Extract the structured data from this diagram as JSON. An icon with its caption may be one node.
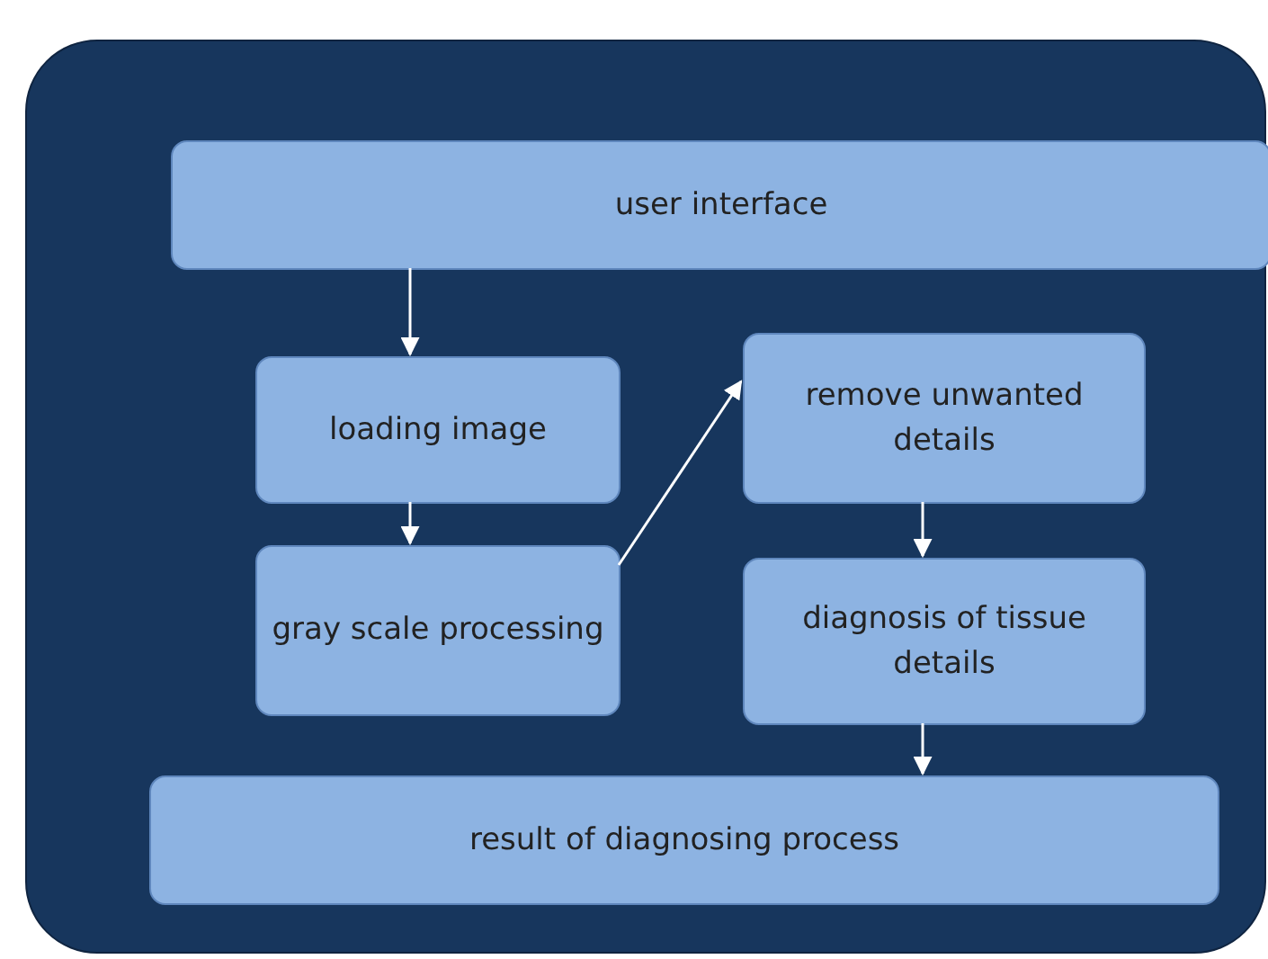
{
  "diagram": {
    "nodes": [
      {
        "text": [],
        "shape": "box"
      },
      {
        "text": [
          "user interface"
        ],
        "in": 0
      },
      {
        "text": [
          "loading image"
        ],
        "in": 0
      },
      {
        "text": [
          "gray scale processing"
        ],
        "in": 0
      },
      {
        "text": [
          "remove unwanted details"
        ],
        "in": 0
      },
      {
        "text": [
          "diagnosis of tissue details"
        ],
        "in": 0
      },
      {
        "text": [
          "result of diagnosing process"
        ],
        "in": 0
      }
    ],
    "edges": [
      {
        "from": 1,
        "to": 2,
        "arrow": "to"
      },
      {
        "from": 2,
        "to": 3,
        "arrow": "to"
      },
      {
        "from": 3,
        "to": 4,
        "arrow": "to"
      },
      {
        "from": 4,
        "to": 5,
        "arrow": "to"
      },
      {
        "from": 5,
        "to": 6,
        "arrow": "to"
      }
    ]
  }
}
